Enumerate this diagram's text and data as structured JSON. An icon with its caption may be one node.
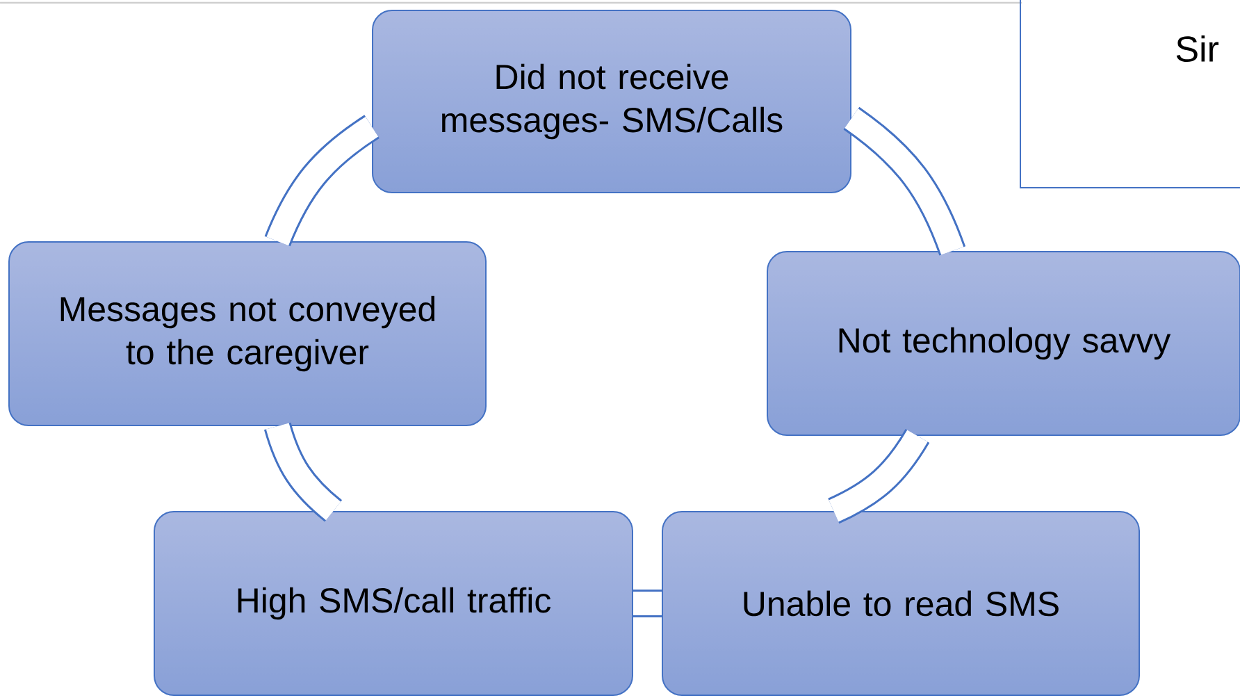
{
  "diagram": {
    "nodes": [
      {
        "text": [
          "Did not receive messages- SMS/Calls"
        ]
      },
      {
        "text": [
          "Not technology savvy"
        ]
      },
      {
        "text": [
          "Unable to read SMS"
        ]
      },
      {
        "text": [
          "High SMS/call traffic"
        ]
      },
      {
        "text": [
          "Messages not conveyed to the caregiver"
        ]
      },
      {
        "text": [
          "Sir"
        ]
      }
    ],
    "edges": [
      {
        "from": 0,
        "to": 1,
        "arrow": "none"
      },
      {
        "from": 1,
        "to": 2,
        "arrow": "none"
      },
      {
        "from": 2,
        "to": 3,
        "arrow": "none"
      },
      {
        "from": 3,
        "to": 4,
        "arrow": "none"
      },
      {
        "from": 4,
        "to": 0,
        "arrow": "none"
      }
    ]
  }
}
